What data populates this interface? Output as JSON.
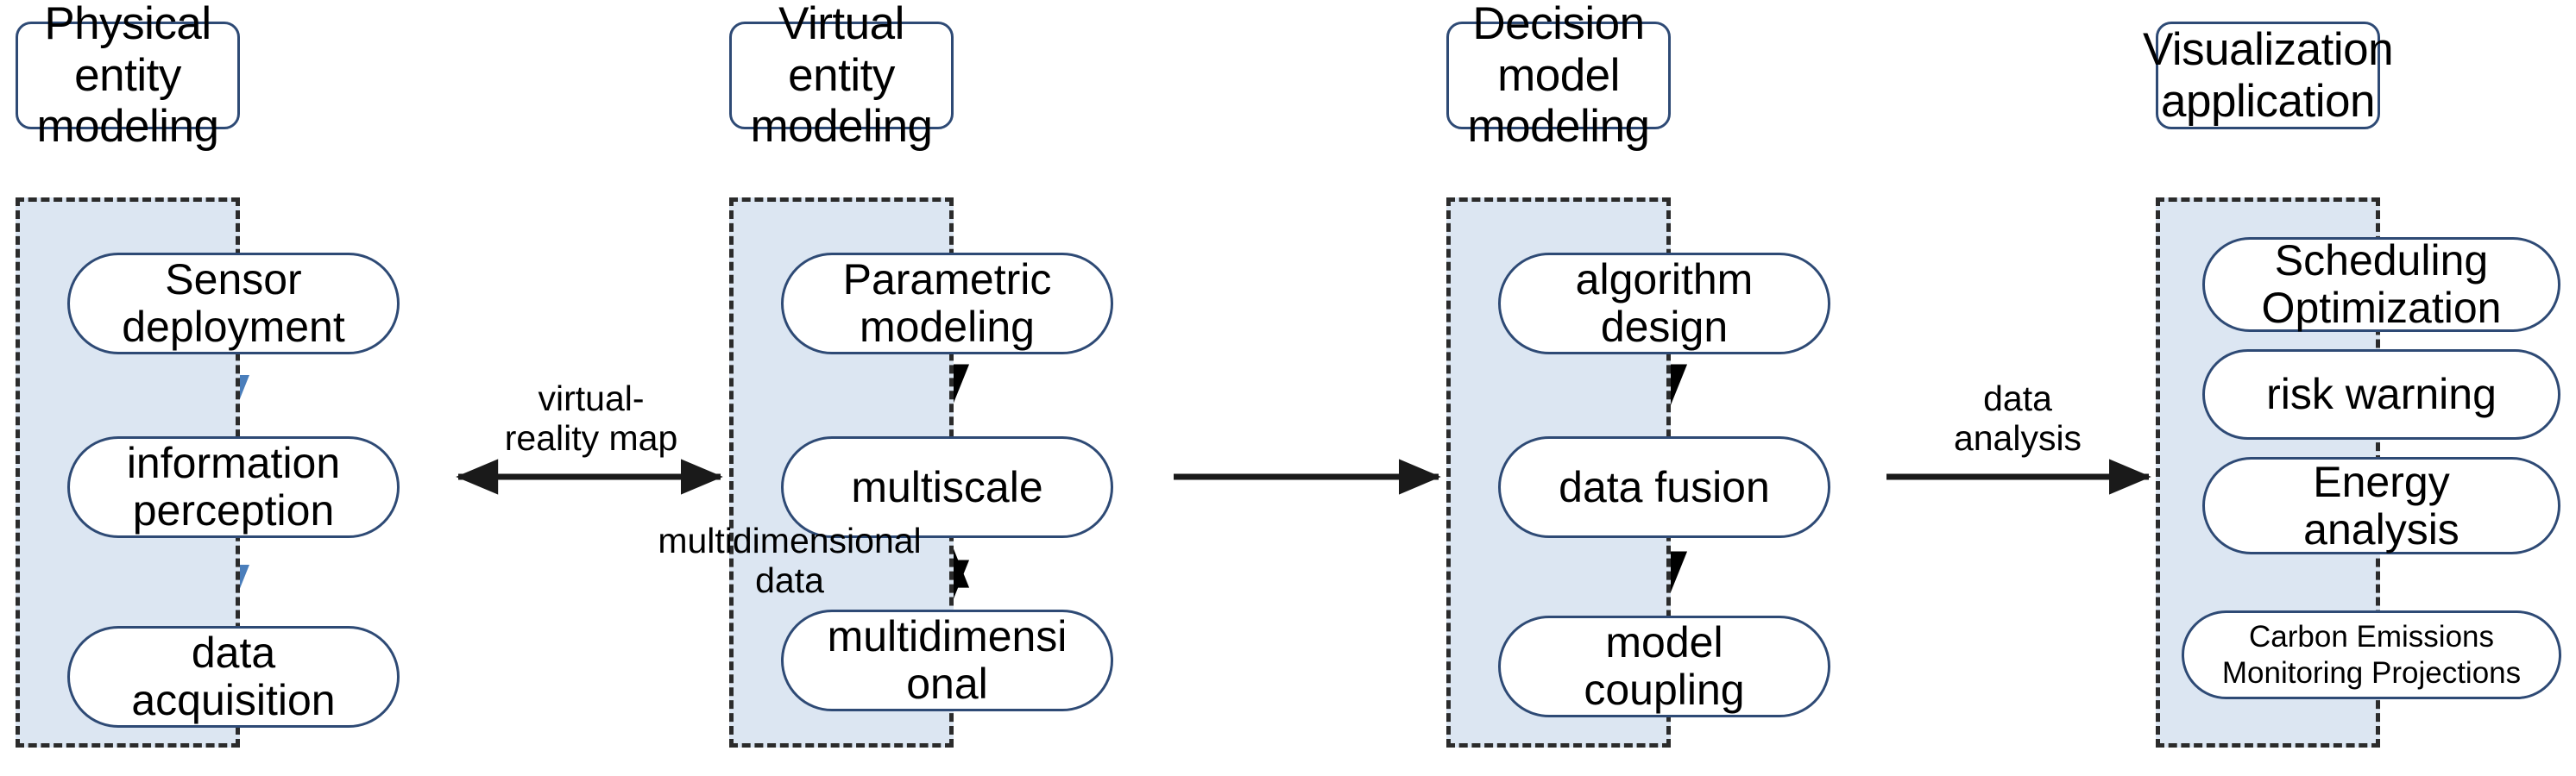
{
  "diagram": {
    "title_colors": {
      "header_border": "#2e4a75",
      "group_fill": "#dce6f2",
      "group_border": "#2b2b2b",
      "node_border": "#2e4a75",
      "inner_arrow_blue": "#4a7ebb",
      "inner_arrow_black": "#000000",
      "connector_arrow": "#1a1a1a"
    },
    "stages": [
      {
        "id": "physical-entity-modeling",
        "header": "Physical entity\nmodeling",
        "nodes": [
          {
            "id": "sensor-deployment",
            "label": "Sensor\ndeployment",
            "size": "normal"
          },
          {
            "id": "information-perception",
            "label": "information\nperception",
            "size": "normal"
          },
          {
            "id": "data-acquisition",
            "label": "data\nacquisition",
            "size": "normal"
          }
        ]
      },
      {
        "id": "virtual-entity-modeling",
        "header": "Virtual entity\nmodeling",
        "nodes": [
          {
            "id": "parametric-modeling",
            "label": "Parametric\nmodeling",
            "size": "normal"
          },
          {
            "id": "multiscale",
            "label": "multiscale",
            "size": "normal"
          },
          {
            "id": "multidimensional",
            "label": "multidimensi\nonal",
            "size": "normal"
          }
        ]
      },
      {
        "id": "decision-model-modeling",
        "header": "Decision model\nmodeling",
        "nodes": [
          {
            "id": "algorithm-design",
            "label": "algorithm\ndesign",
            "size": "normal"
          },
          {
            "id": "data-fusion",
            "label": "data fusion",
            "size": "normal"
          },
          {
            "id": "model-coupling",
            "label": "model\ncoupling",
            "size": "normal"
          }
        ]
      },
      {
        "id": "visualization-application",
        "header": "Visualization\napplication",
        "nodes": [
          {
            "id": "scheduling-optimization",
            "label": "Scheduling\nOptimization",
            "size": "normal"
          },
          {
            "id": "risk-warning",
            "label": "risk warning",
            "size": "normal"
          },
          {
            "id": "energy-analysis",
            "label": "Energy\nanalysis",
            "size": "normal"
          },
          {
            "id": "carbon-emissions-monitoring-projections",
            "label": "Carbon Emissions\nMonitoring Projections",
            "size": "small"
          }
        ]
      }
    ],
    "connectors": [
      {
        "id": "virtual-reality-map",
        "label": "virtual-\nreality map",
        "direction": "bidirectional",
        "from": "physical-entity-modeling",
        "to": "virtual-entity-modeling"
      },
      {
        "id": "stage2-to-stage3",
        "label": "",
        "direction": "forward",
        "from": "virtual-entity-modeling",
        "to": "decision-model-modeling"
      },
      {
        "id": "data-analysis",
        "label": "data\nanalysis",
        "direction": "forward",
        "from": "decision-model-modeling",
        "to": "visualization-application"
      },
      {
        "id": "multidimensional-data",
        "label": "multidimensional\ndata",
        "direction": "bidirectional",
        "from": "multiscale",
        "to": "multidimensional"
      }
    ]
  }
}
